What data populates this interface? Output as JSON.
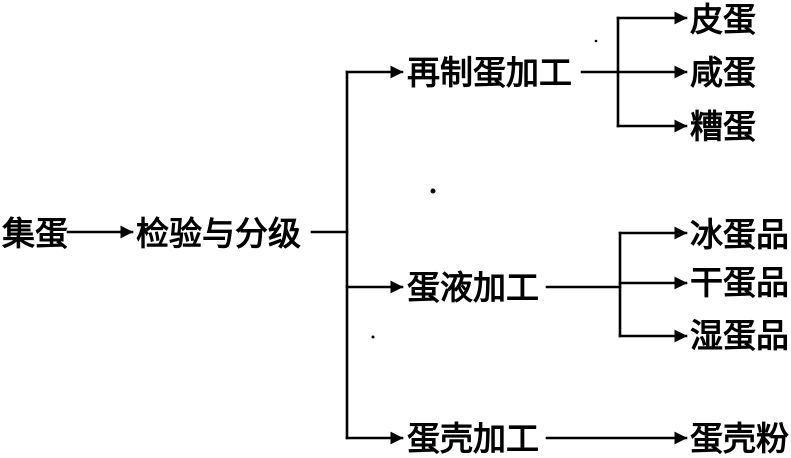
{
  "nodes": {
    "root": "集蛋",
    "inspect": "检验与分级",
    "remake": "再制蛋加工",
    "liquid": "蛋液加工",
    "shell": "蛋壳加工",
    "pidan": "皮蛋",
    "xiandan": "咸蛋",
    "zaodan": "糟蛋",
    "bingdanpin": "冰蛋品",
    "gandanpin": "干蛋品",
    "shidanpin": "湿蛋品",
    "dankefen": "蛋壳粉"
  }
}
